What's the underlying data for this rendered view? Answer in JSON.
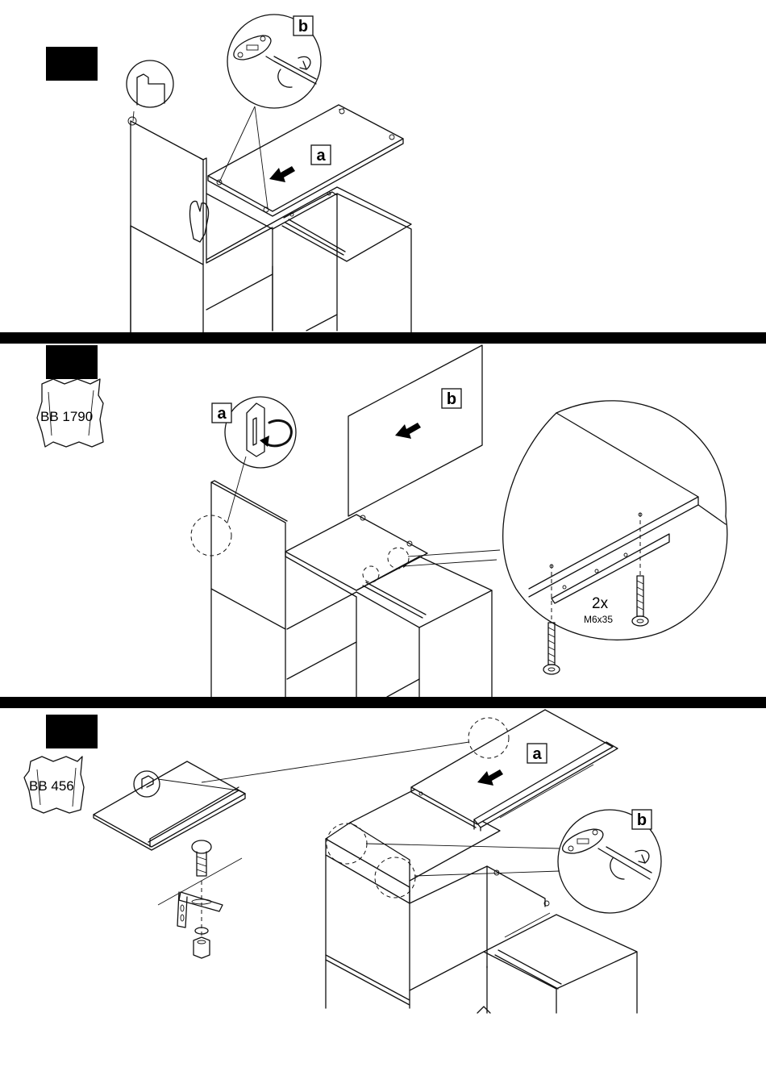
{
  "steps": [
    {
      "callouts": [
        "b",
        "a"
      ]
    },
    {
      "bag": "BB 1790",
      "callouts": [
        "a",
        "b"
      ],
      "screw_count": "2x",
      "screw_spec": "M6x35"
    },
    {
      "bag": "BB 456",
      "callouts": [
        "a",
        "b"
      ]
    }
  ]
}
